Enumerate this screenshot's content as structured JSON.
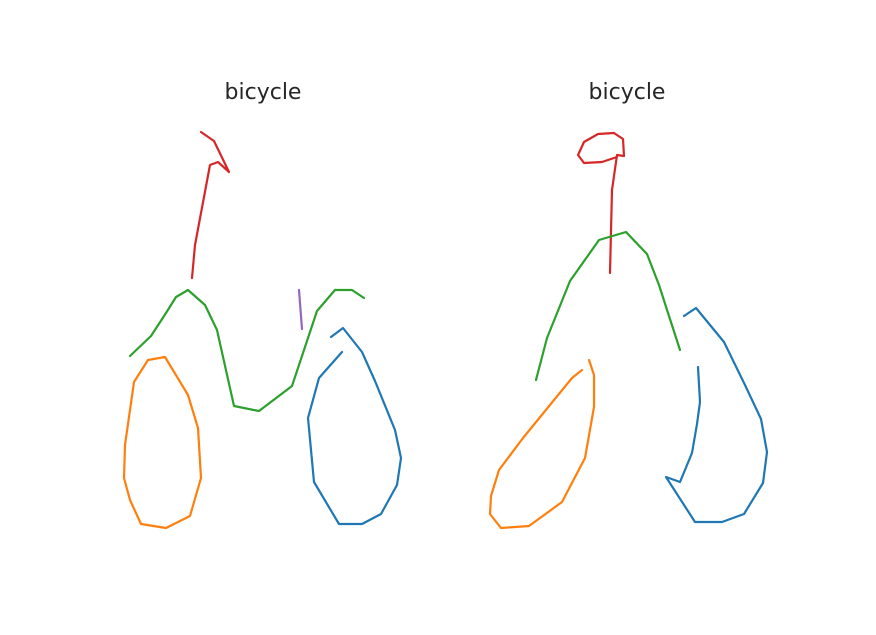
{
  "panels": [
    {
      "title": "bicycle",
      "strokes": [
        {
          "name": "front-wheel-stroke",
          "color": "#1f77b4"
        },
        {
          "name": "back-wheel-stroke",
          "color": "#ff7f0e"
        },
        {
          "name": "frame-stroke",
          "color": "#2ca02c"
        },
        {
          "name": "handlebar-stroke",
          "color": "#d62728"
        },
        {
          "name": "seat-stroke",
          "color": "#9467bd"
        }
      ]
    },
    {
      "title": "bicycle",
      "strokes": [
        {
          "name": "front-wheel-stroke",
          "color": "#1f77b4"
        },
        {
          "name": "back-wheel-stroke",
          "color": "#ff7f0e"
        },
        {
          "name": "frame-stroke",
          "color": "#2ca02c"
        },
        {
          "name": "handlebar-stroke",
          "color": "#d62728"
        }
      ]
    }
  ]
}
